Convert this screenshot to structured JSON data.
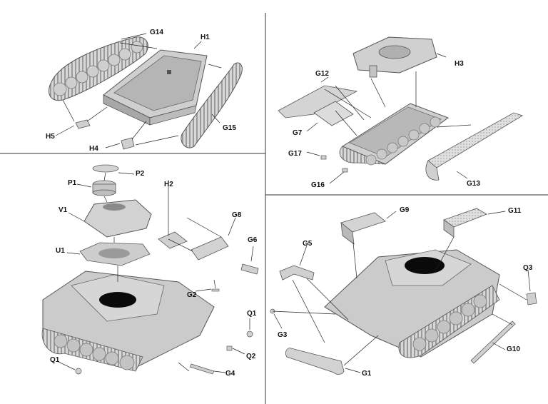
{
  "colors": {
    "part": "#d6d6d6",
    "part_shade": "#a9a9a9",
    "part_dark": "#7d7d7d",
    "hole": "#0a0a0a",
    "line": "#222222"
  },
  "panels": {
    "hull_assembly": {
      "labels": {
        "g14": "G14",
        "h1": "H1",
        "h5": "H5",
        "h4": "H4",
        "g15": "G15"
      }
    },
    "upper_hull": {
      "labels": {
        "g12": "G12",
        "h3": "H3",
        "g7": "G7",
        "g17": "G17",
        "g16": "G16",
        "g13": "G13"
      }
    },
    "turret": {
      "labels": {
        "p2": "P2",
        "p1": "P1",
        "h2": "H2",
        "v1": "V1",
        "g8": "G8",
        "g6": "G6",
        "u1": "U1",
        "g2": "G2",
        "q1a": "Q1",
        "q2": "Q2",
        "q1b": "Q1",
        "g4": "G4"
      }
    },
    "final_details": {
      "labels": {
        "g9": "G9",
        "g11": "G11",
        "g5": "G5",
        "q3": "Q3",
        "g3": "G3",
        "g10": "G10",
        "g1": "G1"
      }
    }
  }
}
